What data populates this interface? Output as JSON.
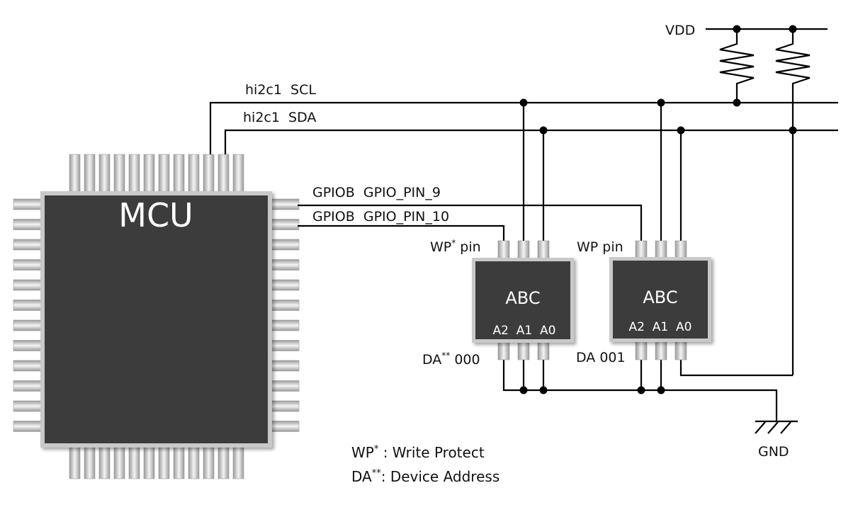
{
  "mcu": {
    "label": "MCU"
  },
  "bus": {
    "scl_label": "hi2c1  SCL",
    "sda_label": "hi2c1  SDA"
  },
  "power": {
    "vdd_label": "VDD",
    "gnd_label": "GND"
  },
  "gpio": {
    "pin9_label": "GPIOB  GPIO_PIN_9",
    "pin10_label": "GPIOB  GPIO_PIN_10"
  },
  "chips": [
    {
      "name": "ABC",
      "pins": "A2  A1  A0",
      "wp_label": "WP",
      "wp_sup": "*",
      "wp_suffix": " pin",
      "da_label": "DA",
      "da_sup": "**",
      "da_value": " 000"
    },
    {
      "name": "ABC",
      "pins": "A2  A1  A0",
      "wp_label": "WP pin",
      "da_label": "DA 001"
    }
  ],
  "legend": {
    "wp_abbr": "WP",
    "wp_sup": "*",
    "wp_text": " : Write Protect",
    "da_abbr": "DA",
    "da_sup": "**",
    "da_text": ": Device Address"
  }
}
